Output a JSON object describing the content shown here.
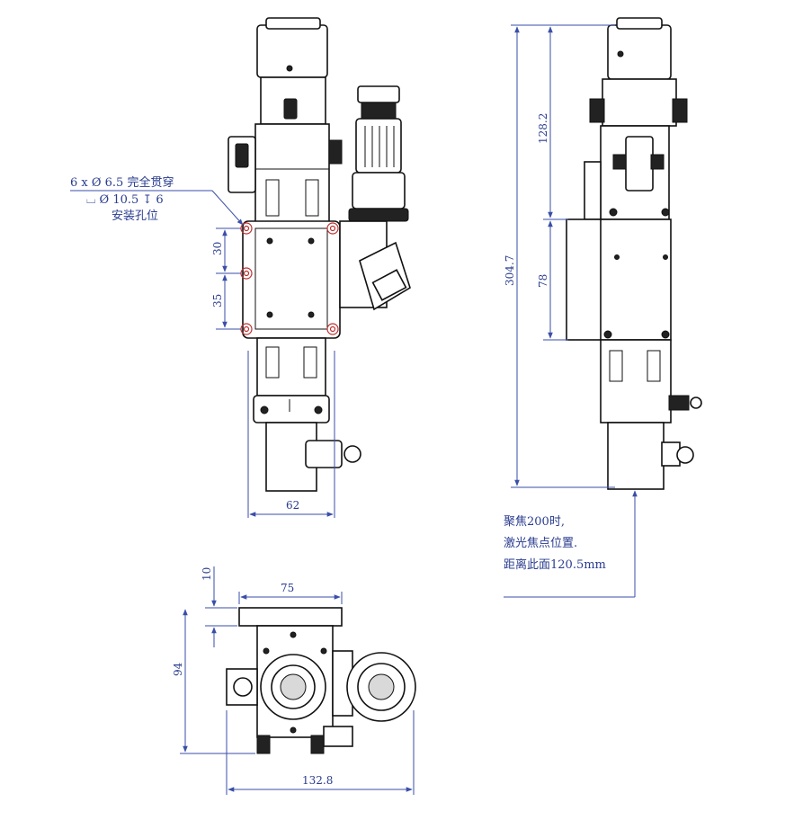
{
  "dimensions": {
    "front_width": "62",
    "side_overall_height": "304.7",
    "side_upper_height": "128.2",
    "side_window_height": "78",
    "front_hole_spacing_top": "30",
    "front_hole_spacing_bottom": "35",
    "top_plate_width": "75",
    "top_plate_thickness": "10",
    "top_depth": "94",
    "top_overall_width": "132.8"
  },
  "notes": {
    "hole_line1": "6 x Ø 6.5 完全贯穿",
    "hole_line2": "⌴ Ø 10.5 ↧ 6",
    "hole_line3": "安装孔位",
    "focus_line1": "聚焦200时,",
    "focus_line2": "激光焦点位置.",
    "focus_line3": "距离此面120.5mm"
  },
  "colors": {
    "dimension": "#2a3d8f",
    "outline": "#111111",
    "hole_highlight": "#c03030"
  }
}
